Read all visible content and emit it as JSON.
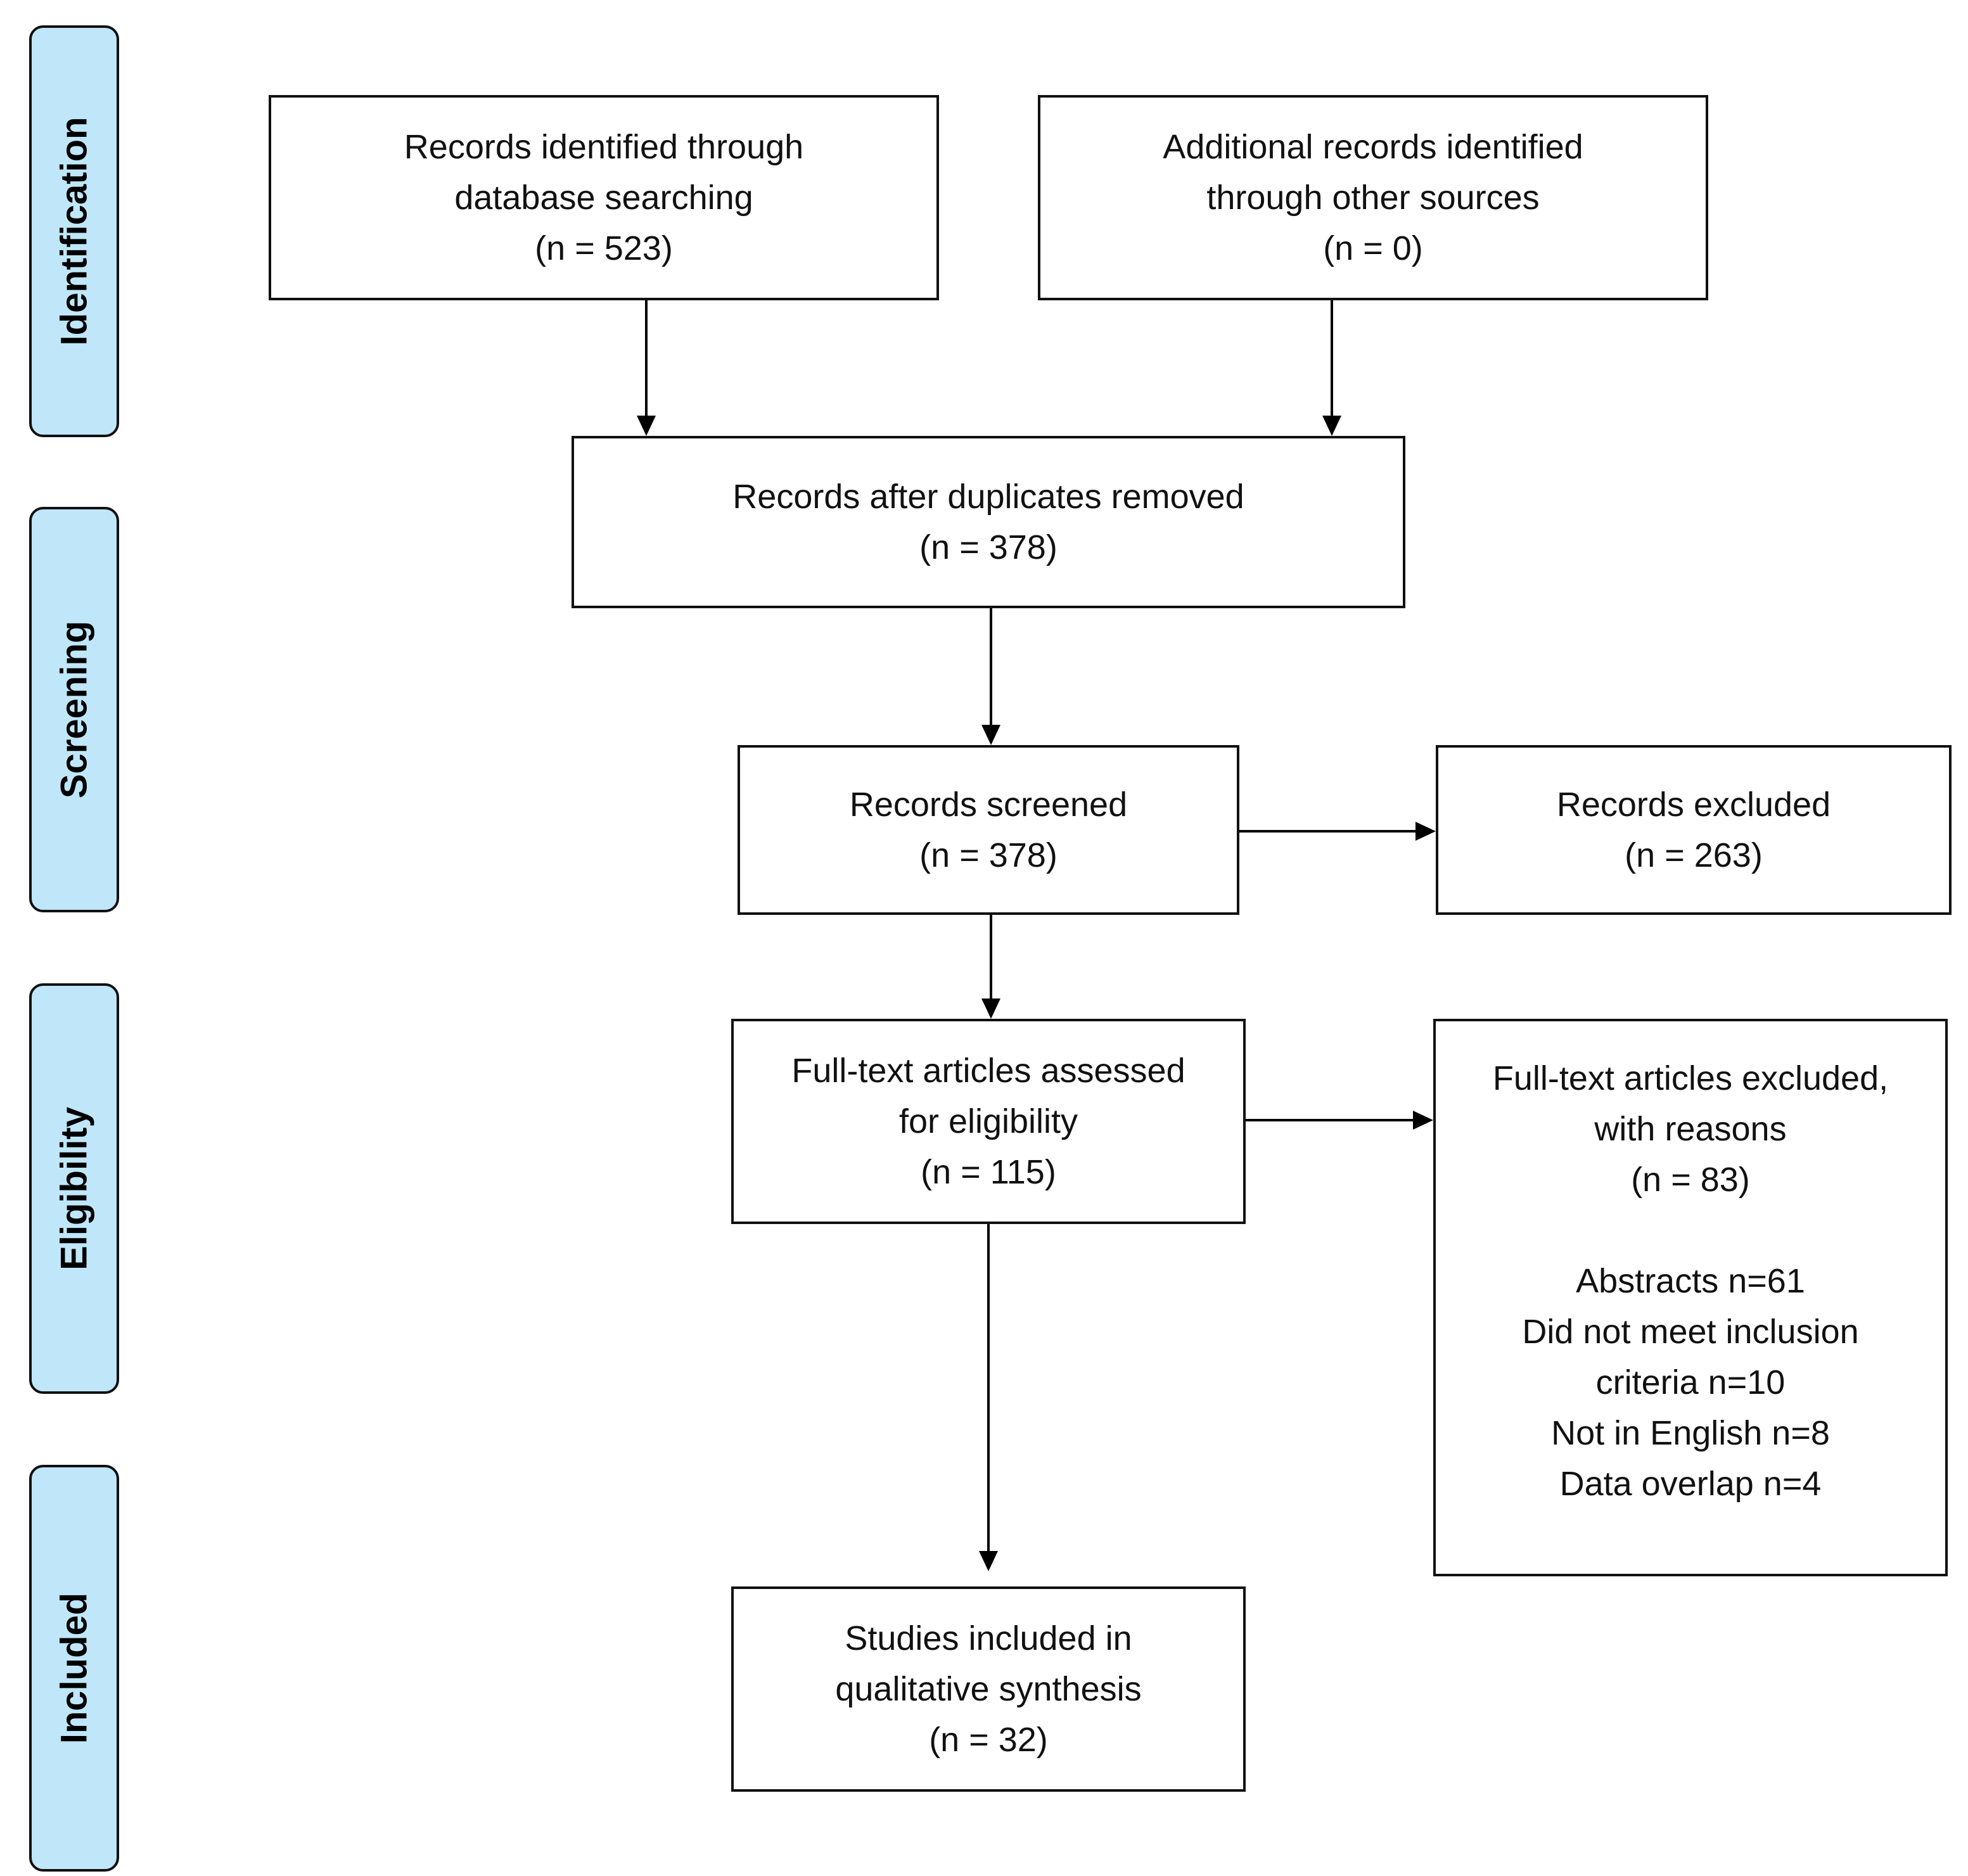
{
  "phases": {
    "identification": "Identification",
    "screening": "Screening",
    "eligibility": "Eligibility",
    "included": "Included"
  },
  "boxes": {
    "database_search": {
      "lines": [
        "Records identified through",
        "database  searching",
        "(n = 523)"
      ]
    },
    "other_sources": {
      "lines": [
        "Additional records identified",
        "through other sources",
        "(n = 0)"
      ]
    },
    "duplicates_removed": {
      "lines": [
        "Records after duplicates removed",
        "(n = 378)"
      ]
    },
    "screened": {
      "lines": [
        "Records screened",
        "(n = 378)"
      ]
    },
    "excluded": {
      "lines": [
        "Records excluded",
        "(n = 263)"
      ]
    },
    "fulltext_assessed": {
      "lines": [
        "Full-text articles assessed",
        "for eligibility",
        "(n = 115)"
      ]
    },
    "fulltext_excluded": {
      "lines": [
        "Full-text articles excluded,",
        "with reasons",
        "(n = 83)"
      ],
      "reasons": [
        "Abstracts n=61",
        "Did not meet inclusion",
        "criteria n=10",
        "Not in English n=8",
        "Data overlap n=4"
      ]
    },
    "included_studies": {
      "lines": [
        "Studies included in",
        "qualitative  synthesis",
        "(n = 32)"
      ]
    }
  }
}
